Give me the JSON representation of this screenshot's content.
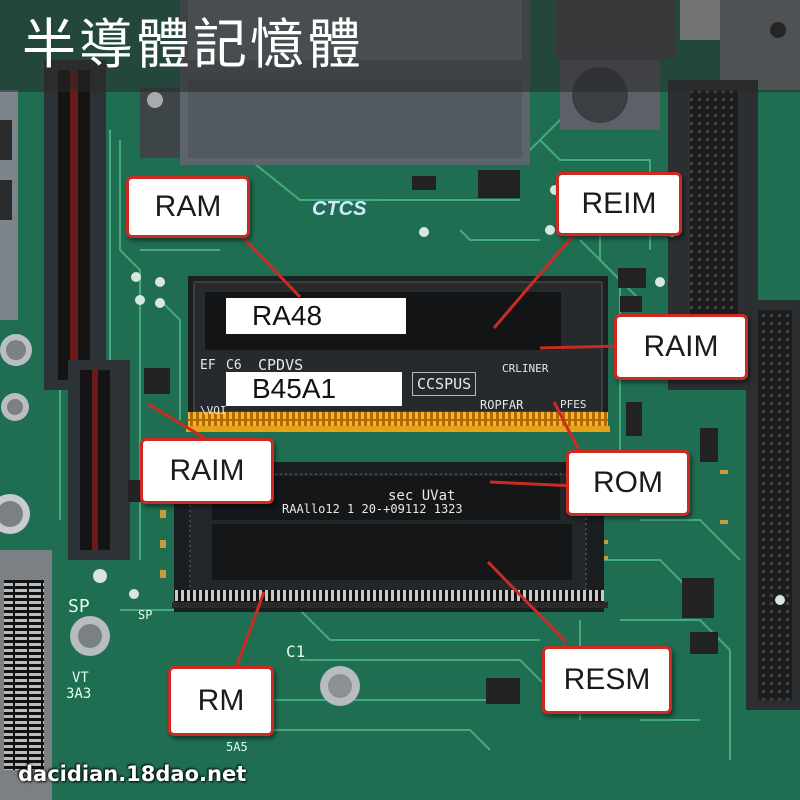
{
  "title": "半導體記憶體",
  "chips": {
    "upper_label": "RA48",
    "lower_label": "B45A1",
    "badge": "CCSPUS",
    "top_code": "CPDVS",
    "right_code": "ROPFAR",
    "lower_text": "RAAllo12 1 20-+09112 1323",
    "lower_code": "sec UVat",
    "brand": "CTCS",
    "marking_mid": "CRLINER",
    "marking_c6": "C6",
    "marking_ef": "EF",
    "marking_pf": "PFES",
    "marking_vo": "\\VOI"
  },
  "board_markings": [
    "C1",
    "SP",
    "3A3",
    "VT",
    "SP",
    "5A5"
  ],
  "callouts": [
    {
      "label": "RAM"
    },
    {
      "label": "REIM"
    },
    {
      "label": "RAIM"
    },
    {
      "label": "RAIM"
    },
    {
      "label": "ROM"
    },
    {
      "label": "RM"
    },
    {
      "label": "RESM"
    }
  ],
  "watermark": "dacidian.18dao.net",
  "colors": {
    "board": "#1f6e52",
    "trace": "#4fbf92",
    "callout_border": "#cc2b23",
    "gold": "#e8a11a"
  }
}
